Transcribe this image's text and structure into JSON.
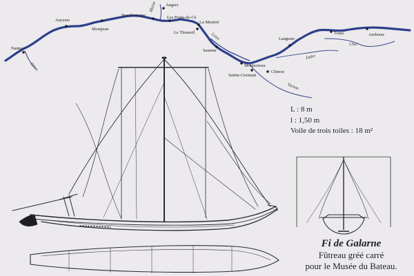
{
  "map": {
    "places": [
      {
        "id": "nantes",
        "label": "Nantes"
      },
      {
        "id": "ancenis",
        "label": "Ancenis"
      },
      {
        "id": "montjean",
        "label": "Montjean"
      },
      {
        "id": "bouchemaine",
        "label": "Bouchemaine"
      },
      {
        "id": "angers",
        "label": "Angers"
      },
      {
        "id": "ponts-de-ce",
        "label": "Les Ponts-de-Cé"
      },
      {
        "id": "la-menitre",
        "label": "La Menitré"
      },
      {
        "id": "le-thoureil",
        "label": "Le Thoureil"
      },
      {
        "id": "saumur",
        "label": "Saumur"
      },
      {
        "id": "montsoreau",
        "label": "Montsoreau"
      },
      {
        "id": "saint-germain",
        "label": "Sainte-Germain"
      },
      {
        "id": "chinon",
        "label": "Chinon"
      },
      {
        "id": "langeais",
        "label": "Langeais"
      },
      {
        "id": "tours",
        "label": "Tours"
      },
      {
        "id": "amboise",
        "label": "Amboise"
      }
    ],
    "rivers": [
      {
        "id": "sevre",
        "label": "Sèvre"
      },
      {
        "id": "maine",
        "label": "Maine"
      },
      {
        "id": "loire",
        "label": "Loire"
      },
      {
        "id": "cher",
        "label": "Cher"
      },
      {
        "id": "indre",
        "label": "Indre"
      },
      {
        "id": "vienne",
        "label": "Vienne"
      }
    ]
  },
  "specs": {
    "length": "L : 8 m",
    "width": "l : 1,50 m",
    "sail": "Voile de trois toiles : 18 m²"
  },
  "caption": {
    "title": "Fi de Galarne",
    "line1": "Fûtreau gréé carré",
    "line2": "pour le Musée du Bateau."
  },
  "colors": {
    "background": "#eceaec",
    "loire": "#2e3f8c",
    "tributary": "#3a4a8a",
    "ink": "#2a2a2e"
  }
}
